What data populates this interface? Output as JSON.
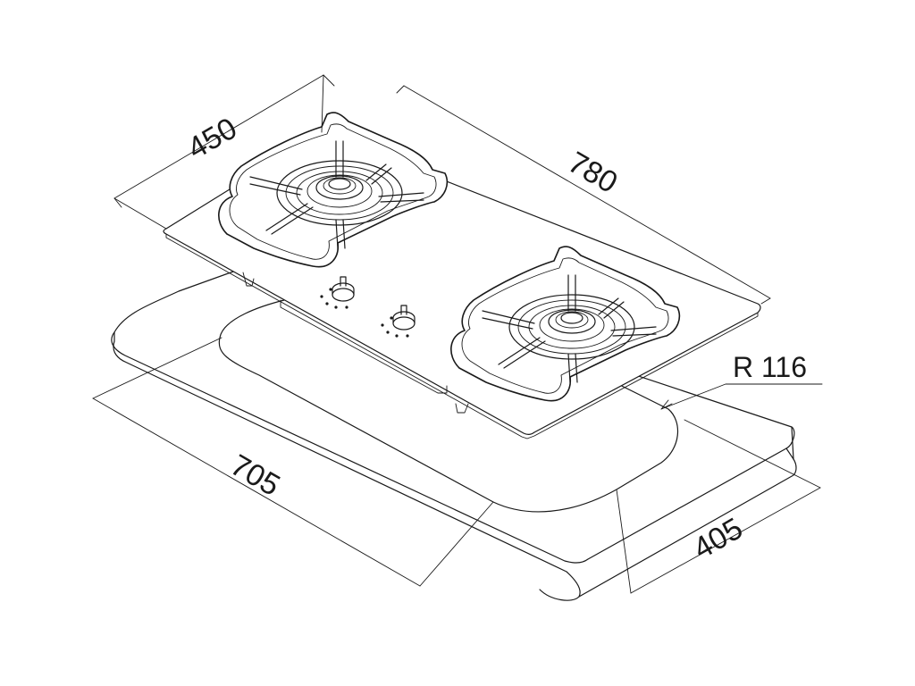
{
  "dimensions": {
    "cooktop_depth": "450",
    "cooktop_width": "780",
    "cutout_width": "705",
    "cutout_depth": "405",
    "corner_radius": "R 116"
  },
  "parts": {
    "burners": [
      "left-burner",
      "right-burner"
    ],
    "knobs": [
      "left-knob",
      "right-knob"
    ]
  }
}
